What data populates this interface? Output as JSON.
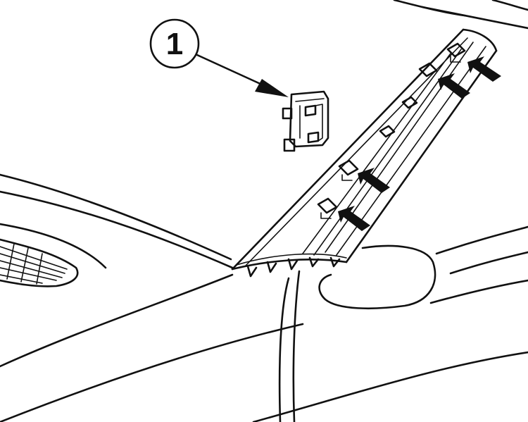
{
  "callout": {
    "number": "1"
  },
  "colors": {
    "line": "#111111",
    "background": "#ffffff"
  },
  "parts": [
    {
      "name": "clip",
      "callout": "1"
    },
    {
      "name": "pillar-trim-panel"
    }
  ],
  "indicator_arrows": 4
}
